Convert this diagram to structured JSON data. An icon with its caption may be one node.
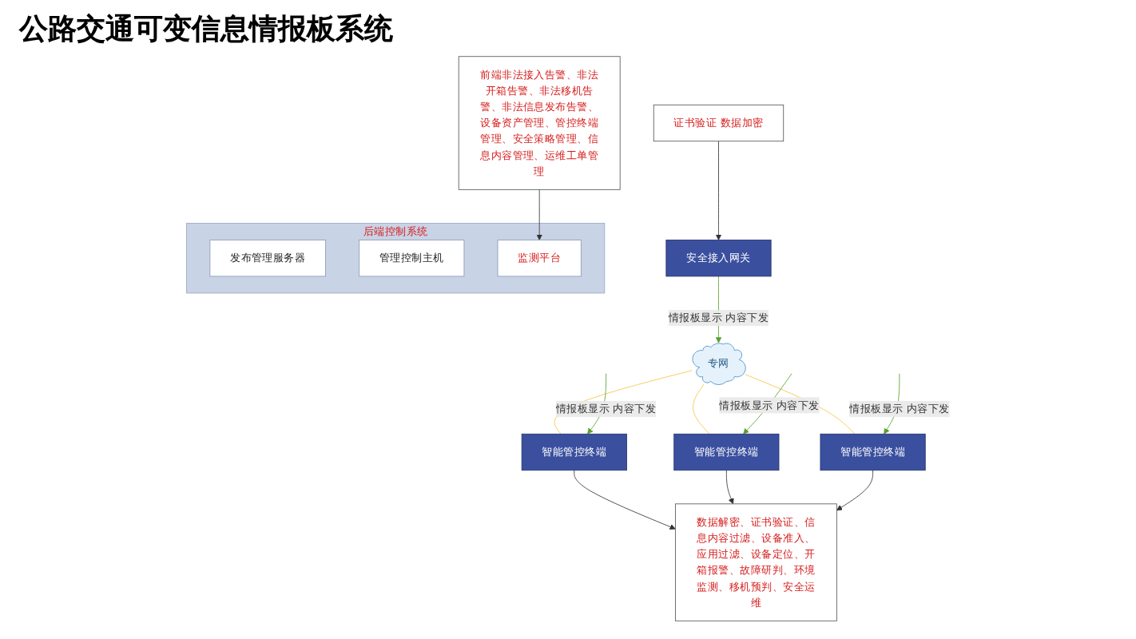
{
  "diagram": {
    "title": "公路交通可变信息情报板系统",
    "nodes": [
      {
        "text": [
          "后端控制系统"
        ]
      },
      {
        "text": [
          "发布管理服务器"
        ],
        "in": 0
      },
      {
        "text": [
          "管理控制主机"
        ],
        "in": 0
      },
      {
        "text": [
          "监测平台"
        ],
        "in": 0
      },
      {
        "text": [
          "前端非法接入告警、非法开箱告警、非法移机告警、非法信息发布告警、设备资产管理、管控终端管理、安全策略管理、信息内容管理、运维工单管理"
        ]
      },
      {
        "text": [
          "证书验证 数据加密"
        ]
      },
      {
        "text": [
          "安全接入网关"
        ]
      },
      {
        "text": [
          "专网"
        ]
      },
      {
        "text": [
          "智能管控终端"
        ]
      },
      {
        "text": [
          "智能管控终端"
        ]
      },
      {
        "text": [
          "智能管控终端"
        ]
      },
      {
        "text": [
          "数据解密、证书验证、信息内容过滤、设备准入、应用过滤、设备定位、开箱报警、故障研判、环境监测、移机预判、安全运维"
        ]
      }
    ],
    "edges": [
      {
        "from": 4,
        "to": 3,
        "arrow": "to"
      },
      {
        "from": 5,
        "to": 6,
        "arrow": "to"
      },
      {
        "from": 6,
        "to": 7,
        "arrow": "to",
        "label": "情报板显示 内容下发",
        "color": "#5aa02c"
      },
      {
        "from": 7,
        "to": 8,
        "arrow": "none",
        "color": "#f5c542"
      },
      {
        "from": 7,
        "to": 9,
        "arrow": "none",
        "color": "#f5c542"
      },
      {
        "from": 7,
        "to": 10,
        "arrow": "none",
        "color": "#f5c542"
      },
      {
        "from": null,
        "to": 8,
        "arrow": "to",
        "label": "情报板显示 内容下发",
        "color": "#5aa02c"
      },
      {
        "from": null,
        "to": 9,
        "arrow": "to",
        "label": "情报板显示 内容下发",
        "color": "#5aa02c"
      },
      {
        "from": null,
        "to": 10,
        "arrow": "to",
        "label": "情报板显示 内容下发",
        "color": "#5aa02c"
      },
      {
        "from": 8,
        "to": 11,
        "arrow": "to"
      },
      {
        "from": 9,
        "to": 11,
        "arrow": "to"
      },
      {
        "from": 10,
        "to": 11,
        "arrow": "to"
      }
    ]
  }
}
